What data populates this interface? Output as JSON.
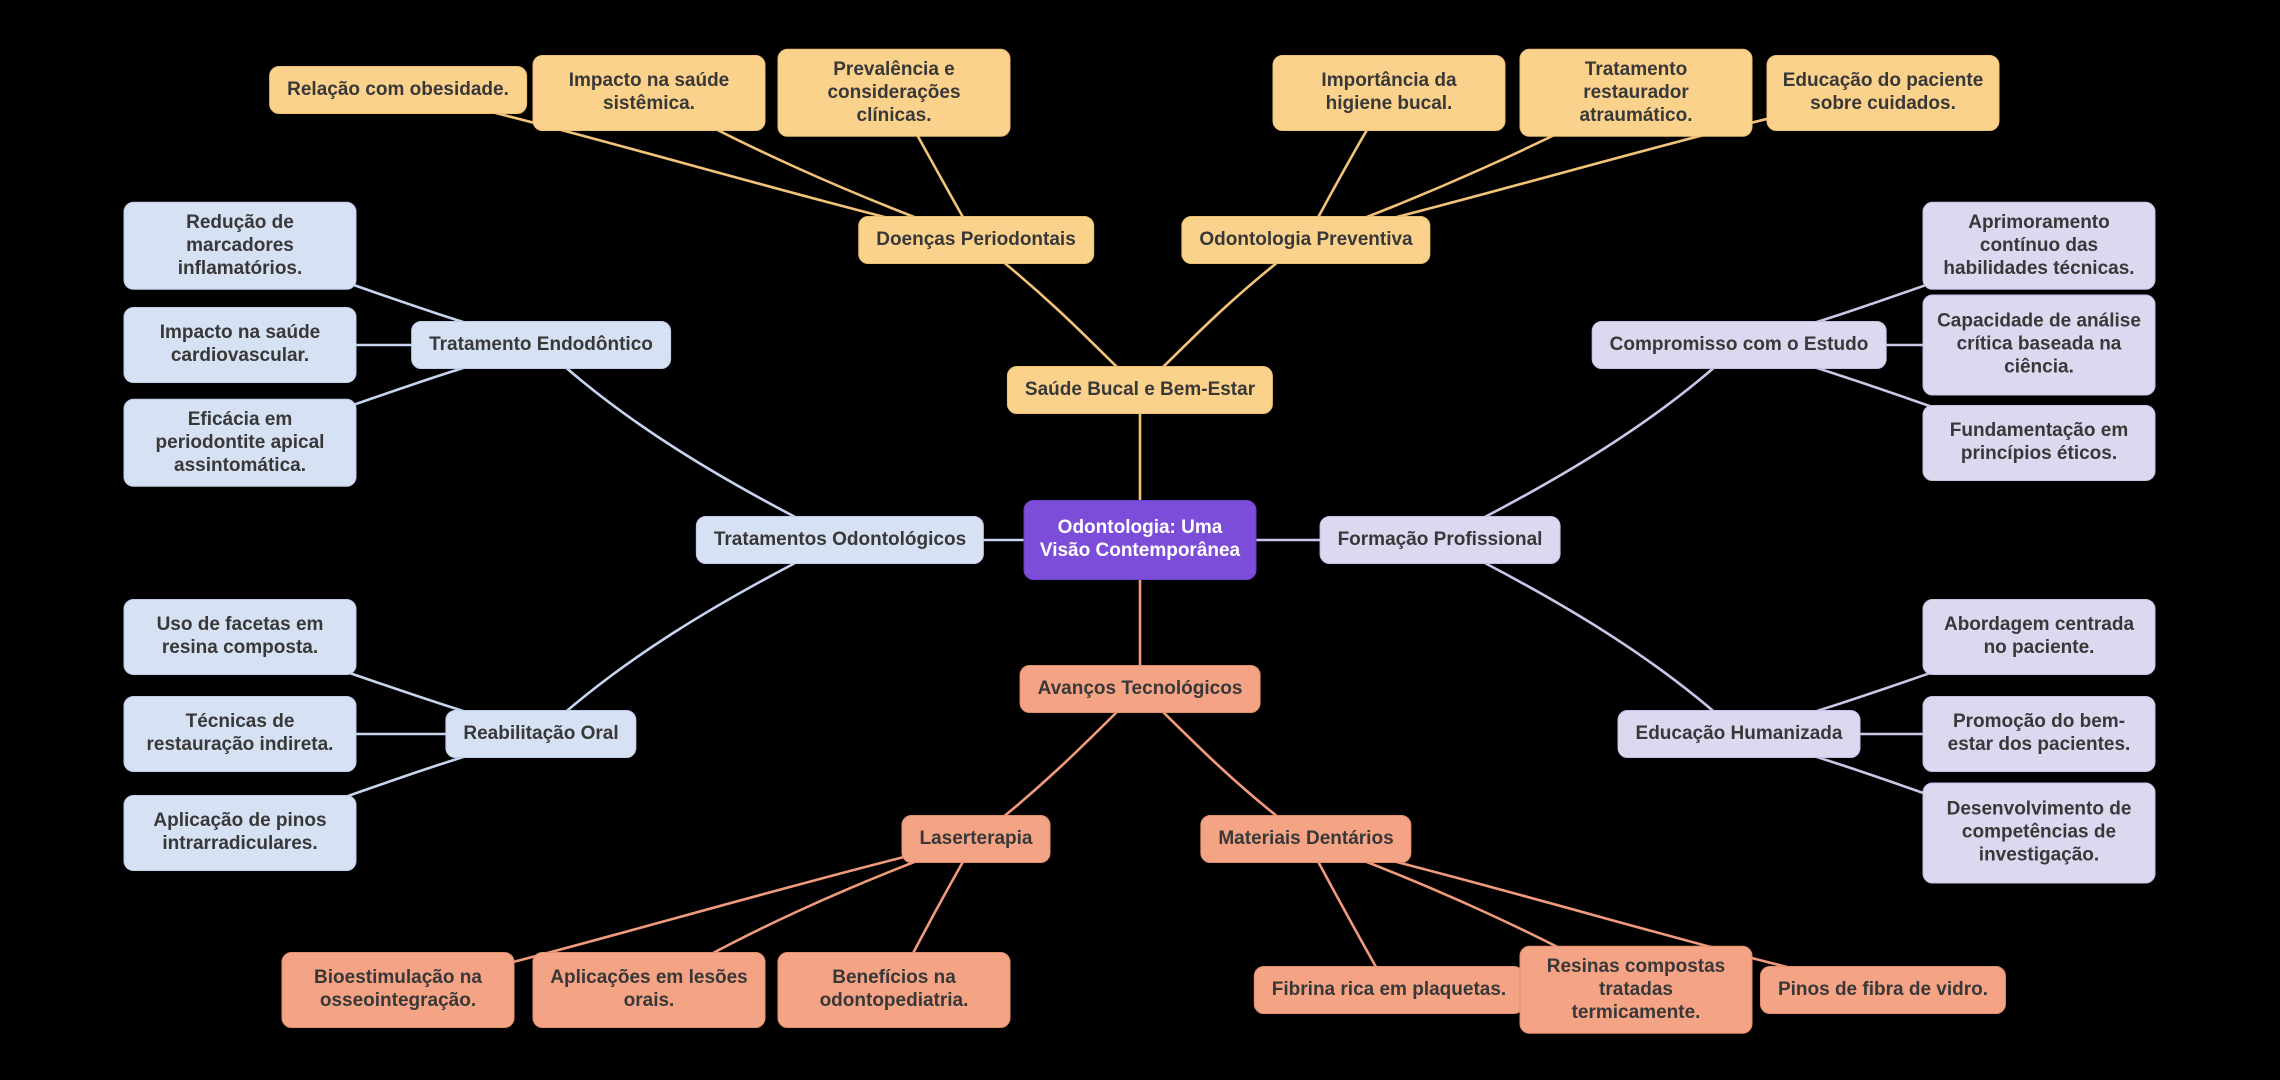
{
  "diagram": {
    "root_label": "Odontologia: Uma Visão Contemporânea",
    "branches": [
      {
        "label": "Saúde Bucal e Bem-Estar",
        "children": [
          {
            "label": "Doenças Periodontais",
            "leaves": [
              "Relação com obesidade.",
              "Impacto na saúde sistêmica.",
              "Prevalência e considerações clínicas."
            ]
          },
          {
            "label": "Odontologia Preventiva",
            "leaves": [
              "Importância da higiene bucal.",
              "Tratamento restaurador atraumático.",
              "Educação do paciente sobre cuidados."
            ]
          }
        ]
      },
      {
        "label": "Tratamentos Odontológicos",
        "children": [
          {
            "label": "Tratamento Endodôntico",
            "leaves": [
              "Redução de marcadores inflamatórios.",
              "Impacto na saúde cardiovascular.",
              "Eficácia em periodontite apical assintomática."
            ]
          },
          {
            "label": "Reabilitação Oral",
            "leaves": [
              "Uso de facetas em resina composta.",
              "Técnicas de restauração indireta.",
              "Aplicação de pinos intrarradiculares."
            ]
          }
        ]
      },
      {
        "label": "Formação Profissional",
        "children": [
          {
            "label": "Compromisso com o Estudo",
            "leaves": [
              "Aprimoramento contínuo das habilidades técnicas.",
              "Capacidade de análise crítica baseada na ciência.",
              "Fundamentação em princípios éticos."
            ]
          },
          {
            "label": "Educação Humanizada",
            "leaves": [
              "Abordagem centrada no paciente.",
              "Promoção do bem-estar dos pacientes.",
              "Desenvolvimento de competências de investigação."
            ]
          }
        ]
      },
      {
        "label": "Avanços Tecnológicos",
        "children": [
          {
            "label": "Laserterapia",
            "leaves": [
              "Bioestimulação na osseointegração.",
              "Aplicações em lesões orais.",
              "Benefícios na odontopediatria."
            ]
          },
          {
            "label": "Materiais Dentários",
            "leaves": [
              "Fibrina rica em plaquetas.",
              "Resinas compostas tratadas termicamente.",
              "Pinos de fibra de vidro."
            ]
          }
        ]
      }
    ],
    "colors": {
      "background": "#000000",
      "center_bg": "#7c4dd8",
      "center_text": "#ffffff",
      "node_text": "#383838",
      "oral_health": "#fbd28c",
      "treatments": "#d7e1f4",
      "education": "#ddd7f0",
      "technology": "#f4a385",
      "edge_oral_health": "#f2c279",
      "edge_treatments": "#c6d4ee",
      "edge_education": "#cdc5e8",
      "edge_technology": "#f09a7c"
    }
  }
}
